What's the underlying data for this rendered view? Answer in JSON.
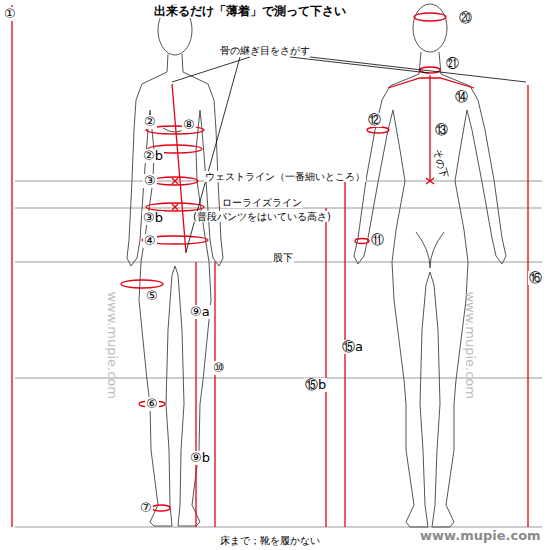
{
  "diagram": {
    "title": "出来るだけ「薄着」で測って下さい",
    "labels": [
      "①",
      "②",
      "②b",
      "③",
      "③b",
      "④",
      "⑤",
      "⑥",
      "⑦",
      "⑧",
      "⑨a",
      "⑩",
      "⑨b",
      "⑳",
      "㉑",
      "⑭",
      "⑫",
      "⑬",
      "その下",
      "⑪",
      "⑮a",
      "⑮b",
      "⑯",
      "骨の継ぎ目をさがす",
      "ウェストライン（一番細いところ）",
      "ローライズライン",
      "(普段パンツをはいている高さ)",
      "股下",
      "床まで；靴を履かない",
      "www.mupie.com",
      "www.mupie.com",
      "www.mupie.com"
    ]
  }
}
